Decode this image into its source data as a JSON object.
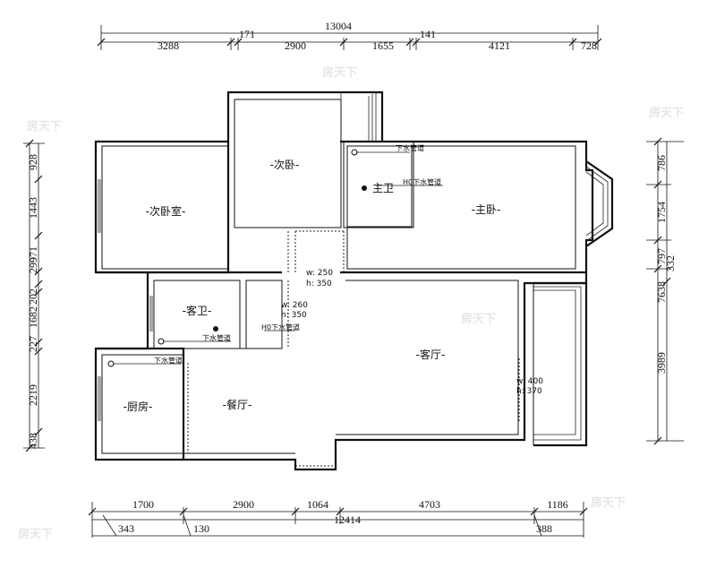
{
  "dimensions": {
    "top_total": "13004",
    "top_segments": [
      "3288",
      "171",
      "2900",
      "1655",
      "141",
      "4121",
      "728"
    ],
    "bottom_segments": [
      "1700",
      "2900",
      "1064",
      "4703",
      "1186"
    ],
    "bottom_total": "12414",
    "bottom_offsets": [
      "343",
      "130",
      "388"
    ],
    "left_segments": [
      "928",
      "1443",
      "971",
      "299",
      "202",
      "1682",
      "227",
      "2219",
      "438"
    ],
    "right_segments": [
      "786",
      "1754",
      "797",
      "332",
      "7638",
      "3989"
    ]
  },
  "rooms": {
    "second_bedroom": "-次卧室-",
    "small_bedroom": "-次卧-",
    "master_bathroom": "主卫",
    "master_bedroom": "-主卧-",
    "guest_bathroom": "-客卫-",
    "living_room": "-客厅-",
    "kitchen": "-厨房-",
    "dining_room": "-餐厅-"
  },
  "notes": {
    "drain_1": "下水管道",
    "drain_2": "H0下水管道",
    "drain_3": "下水管道",
    "drain_4": "H0下水管道",
    "drain_5": "下水管道"
  },
  "openings": {
    "opening_1_w": "w: 250",
    "opening_1_h": "h: 350",
    "opening_2_w": "w: 260",
    "opening_2_h": "h: 350",
    "opening_3_w": "w: 400",
    "opening_3_h": "h: 370"
  }
}
